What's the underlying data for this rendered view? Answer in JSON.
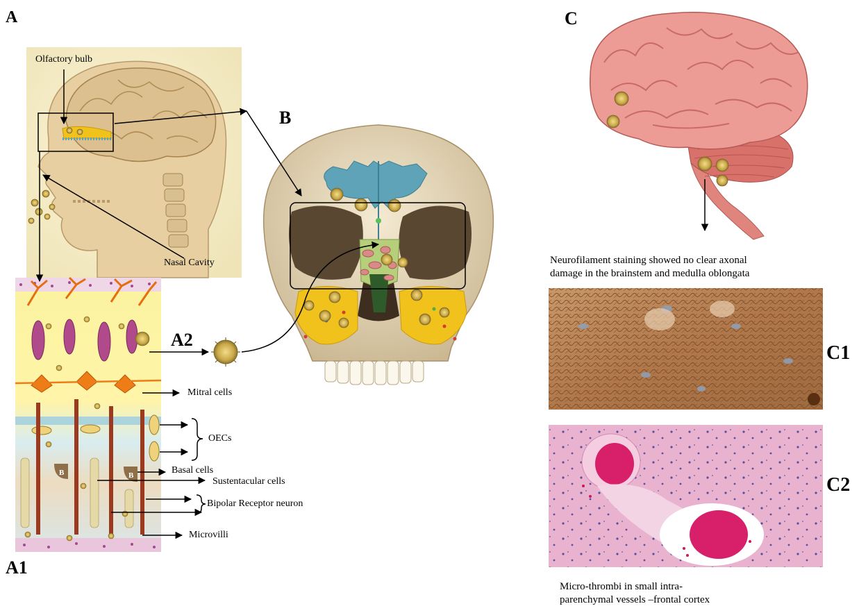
{
  "panels": {
    "a": "A",
    "a1": "A1",
    "a2": "A2",
    "b": "B",
    "c": "C",
    "c1": "C1",
    "c2": "C2"
  },
  "labels": {
    "olfactory_bulb": "Olfactory bulb",
    "nasal_cavity": "Nasal Cavity",
    "mitral_cells": "Mitral cells",
    "oecs": "OECs",
    "basal_cells": "Basal   cells",
    "sustentacular_cells": "Sustentacular  cells",
    "bipolar_receptor_neuron": "Bipolar Receptor neuron",
    "microvilli": "Microvilli",
    "basal_marker": "B"
  },
  "captions": {
    "c1_line1": "Neurofilament staining showed no clear axonal",
    "c1_line2": "damage in the brainstem and  medulla oblongata",
    "c2_line1": "Micro-thrombi in small intra-",
    "c2_line2": "parenchymal vessels –frontal cortex"
  },
  "colors": {
    "bulb_blue": "#5fa3b8",
    "sinus_yellow": "#f2c21c",
    "skull": "#e8dcc0",
    "brain_pink": "#e58a86",
    "histology_brown": "#b37a4e",
    "histology_pink": "#e9a6c8"
  }
}
